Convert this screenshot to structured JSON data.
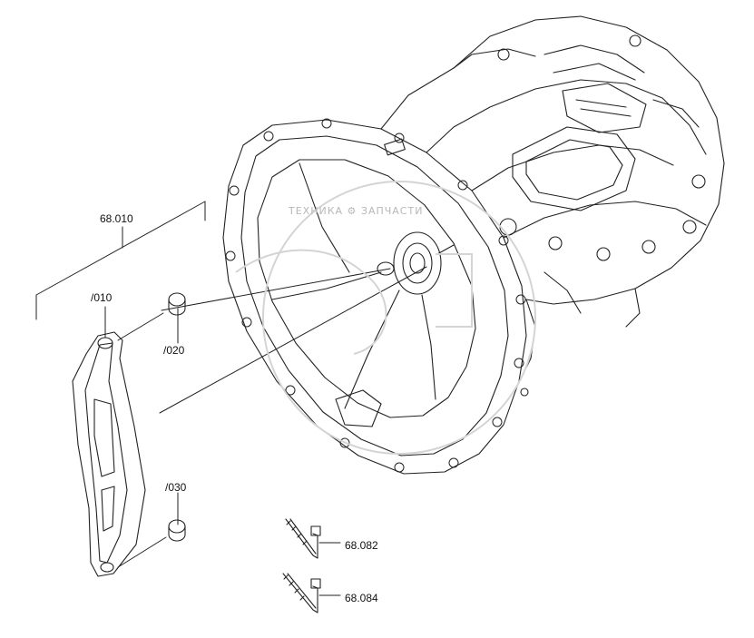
{
  "labels": {
    "group_6801": "68.010",
    "part_010": "/010",
    "part_020": "/020",
    "part_030": "/030",
    "part_6882": "68.082",
    "part_6884": "68.084"
  },
  "watermark": {
    "text": "ТЕХНИКА ⚙ ЗАПЧАСТИ"
  }
}
